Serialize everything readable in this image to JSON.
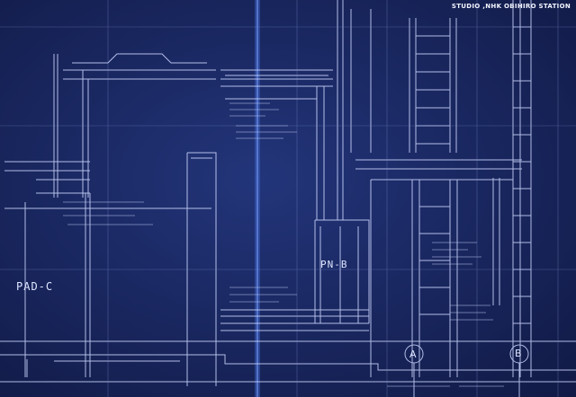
{
  "caption": "STUDIO ,NHK OBIHIRO STATION",
  "labels": {
    "pad": "PAD-C",
    "pn": "PN-B",
    "mark_a": "A",
    "mark_b": "B"
  },
  "colors": {
    "paper": "#1a2862",
    "line": "#cfd8ff",
    "faint": "#7f8fd0"
  }
}
